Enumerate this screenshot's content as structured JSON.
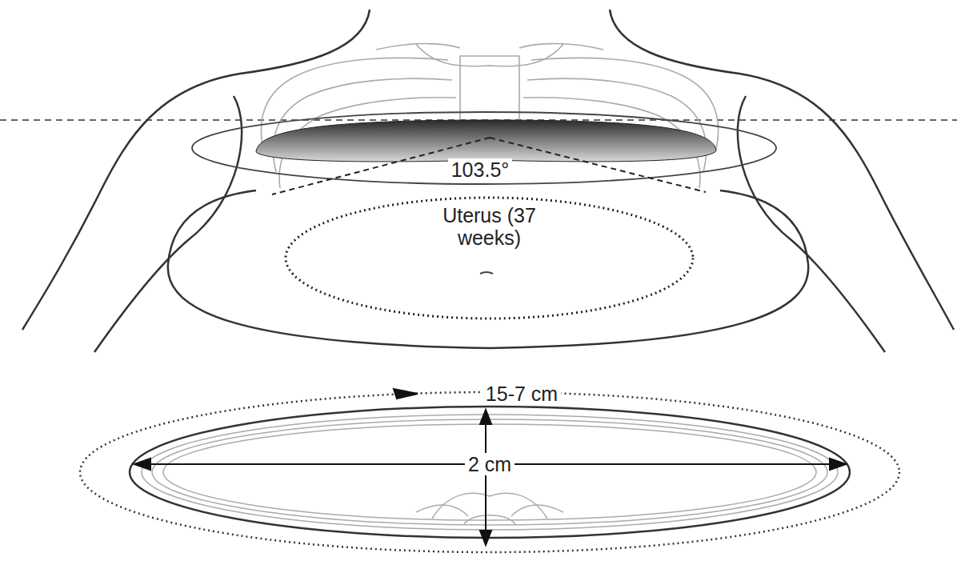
{
  "diagram": {
    "nodes": [
      {
        "text": [
          "Uterus (37 weeks)"
        ]
      }
    ],
    "labels": [
      "103.5°",
      "15-7 cm",
      "2 cm"
    ]
  }
}
